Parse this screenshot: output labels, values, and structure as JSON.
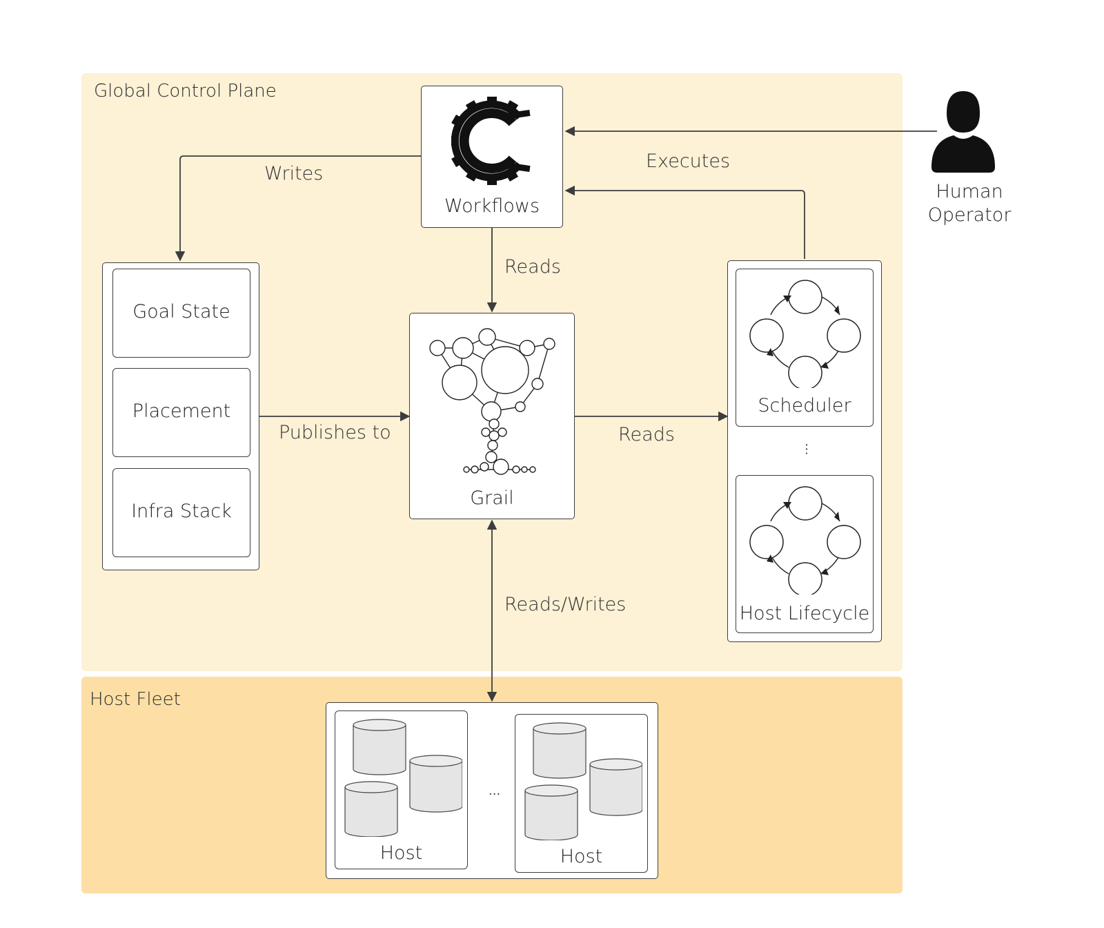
{
  "regions": {
    "global_control_plane": "Global Control Plane",
    "host_fleet": "Host Fleet"
  },
  "nodes": {
    "workflows": "Workflows",
    "grail": "Grail",
    "goal_state": "Goal State",
    "placement": "Placement",
    "infra_stack": "Infra Stack",
    "scheduler": "Scheduler",
    "host_lifecycle": "Host Lifecycle",
    "host_1": "Host",
    "host_2": "Host",
    "human_operator_line1": "Human",
    "human_operator_line2": "Operator"
  },
  "edges": {
    "writes": "Writes",
    "executes": "Executes",
    "reads_workflows_grail": "Reads",
    "publishes_to": "Publishes to",
    "reads_grail_loops": "Reads",
    "reads_writes": "Reads/Writes"
  },
  "ellipses": {
    "between_loops": "⋮",
    "between_hosts": "..."
  },
  "colors": {
    "control_plane_bg": "#fdf1d6",
    "host_fleet_bg": "#fddfa6",
    "stroke": "#3d3d3d"
  }
}
